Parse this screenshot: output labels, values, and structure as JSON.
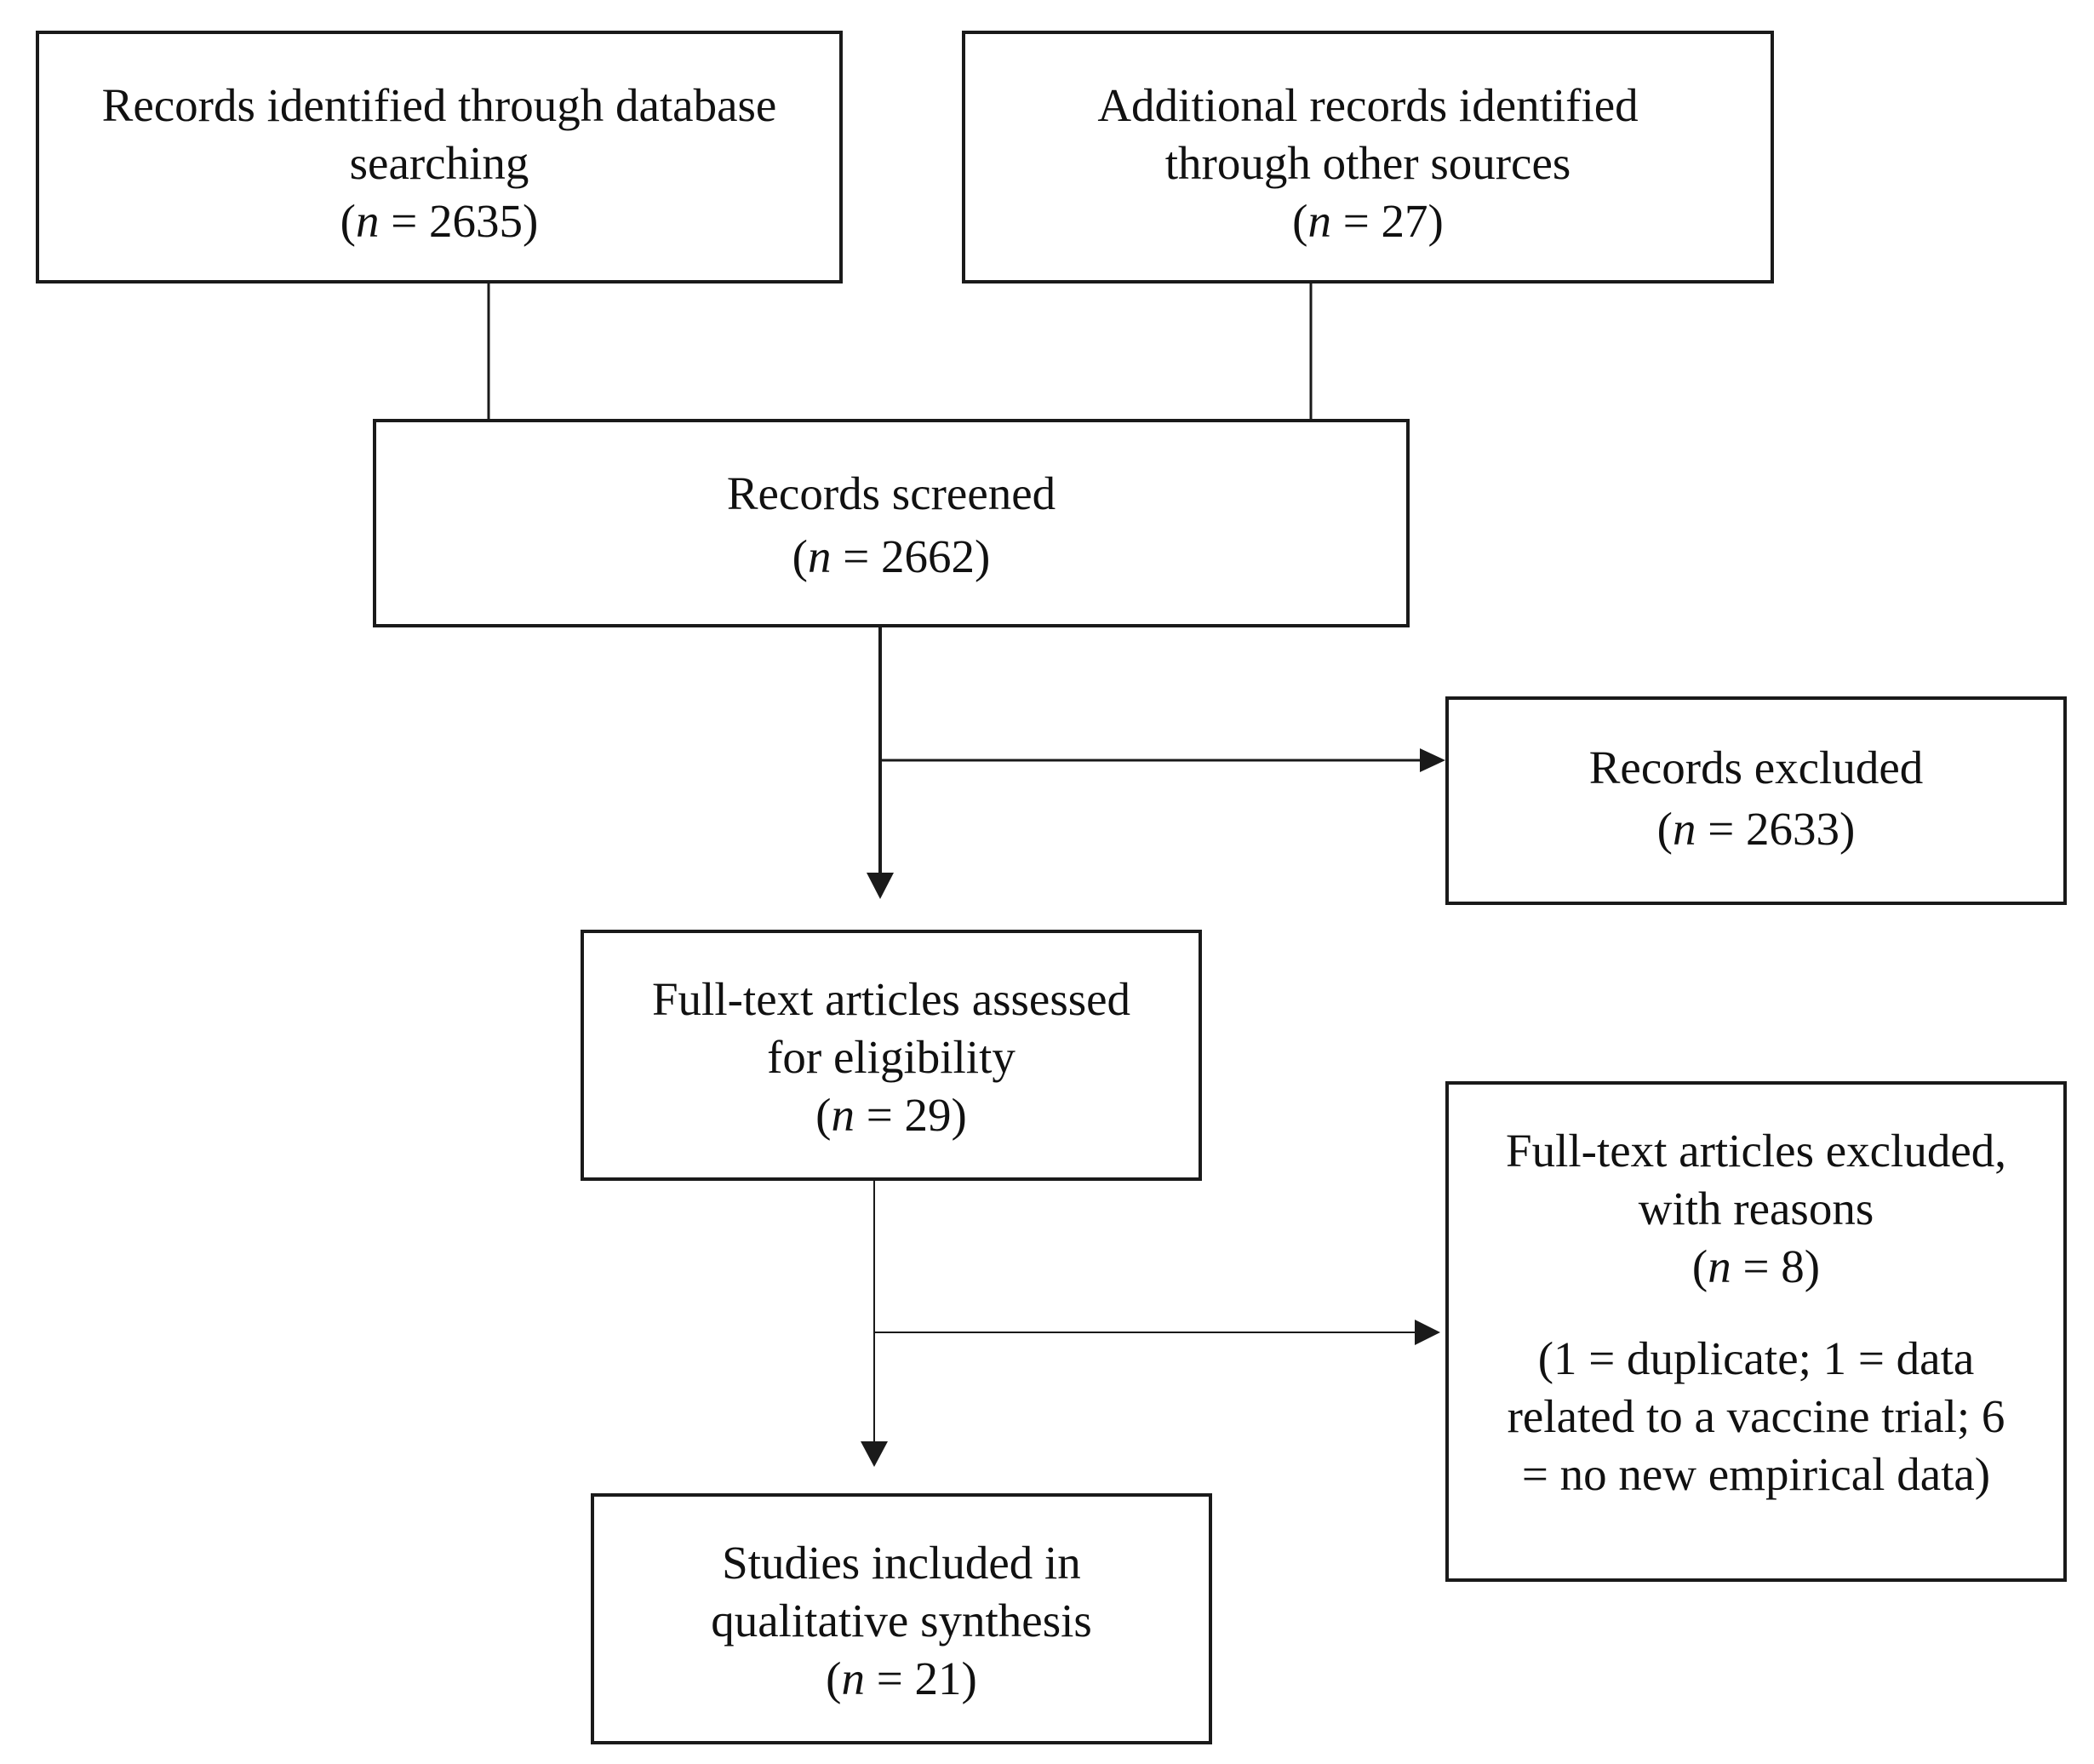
{
  "flowchart": {
    "database_records": {
      "lines": [
        "Records identified through database",
        "searching"
      ],
      "n_value": "2635"
    },
    "other_records": {
      "lines": [
        "Additional records identified",
        "through other sources"
      ],
      "n_value": "27"
    },
    "screened": {
      "lines": [
        "Records screened"
      ],
      "n_value": "2662"
    },
    "excluded": {
      "lines": [
        "Records excluded"
      ],
      "n_value": "2633"
    },
    "fulltext_assessed": {
      "lines": [
        "Full-text articles assessed",
        "for eligibility"
      ],
      "n_value": "29"
    },
    "fulltext_excluded": {
      "lines": [
        "Full-text articles excluded,",
        "with reasons"
      ],
      "n_value": "8",
      "reasons": [
        "(1 = duplicate; 1 = data",
        "related to a vaccine trial; 6",
        "= no new empirical data)"
      ]
    },
    "included": {
      "lines": [
        "Studies included in",
        "qualitative synthesis"
      ],
      "n_value": "21"
    }
  },
  "n_label": "n",
  "colors": {
    "line": "#1a1a1a",
    "background": "#ffffff",
    "text": "#111111"
  }
}
